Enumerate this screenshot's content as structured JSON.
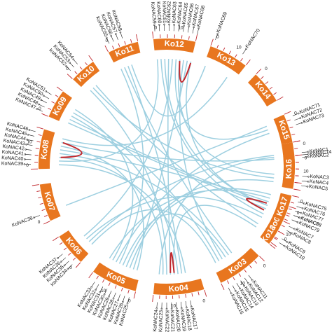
{
  "colors": {
    "chromosome": "#E8761F",
    "chromosome_text": "#FFFFFF",
    "link": "#9DCFE0",
    "tandem": "#C0282E",
    "leader_line": "#222222",
    "tick": "#C0282E"
  },
  "tick_labels": {
    "start": "0",
    "mid": "10"
  },
  "chromosomes": [
    {
      "id": "Ko01",
      "label": "Ko01",
      "start": 79,
      "end": 100
    },
    {
      "id": "Ko02",
      "label": "Ko02",
      "start": 108,
      "end": 126
    },
    {
      "id": "Ko03",
      "label": "Ko03",
      "start": 134,
      "end": 155
    },
    {
      "id": "Ko04",
      "label": "Ko04",
      "start": 163,
      "end": 186
    },
    {
      "id": "Ko05",
      "label": "Ko05",
      "start": 194,
      "end": 215
    },
    {
      "id": "Ko06",
      "label": "Ko06",
      "start": 222,
      "end": 237
    },
    {
      "id": "Ko07",
      "label": "Ko07",
      "start": 245,
      "end": 262
    },
    {
      "id": "Ko08",
      "label": "Ko08",
      "start": 269,
      "end": 287
    },
    {
      "id": "Ko09",
      "label": "Ko09",
      "start": 293,
      "end": 306
    },
    {
      "id": "Ko10",
      "label": "Ko10",
      "start": 313,
      "end": 325
    },
    {
      "id": "Ko11",
      "label": "Ko11",
      "start": 333,
      "end": 347
    },
    {
      "id": "Ko12",
      "label": "Ko12",
      "start": 354,
      "end": 373
    },
    {
      "id": "Ko13",
      "label": "Ko13",
      "start": 380,
      "end": 398
    },
    {
      "id": "Ko14",
      "label": "Ko14",
      "start": 404,
      "end": 419
    },
    {
      "id": "Ko15",
      "label": "Ko15",
      "start": 426,
      "end": 439
    },
    {
      "id": "Ko16",
      "label": "Ko16",
      "start": 445,
      "end": 457
    },
    {
      "id": "Ko17",
      "label": "Ko17",
      "start": 463,
      "end": 475
    },
    {
      "id": "Ko18",
      "label": "Ko18",
      "start": 480,
      "end": 487
    }
  ],
  "genes": [
    {
      "name": "KoNAC1",
      "angle": 84
    },
    {
      "name": "KoNAC2",
      "angle": 86
    },
    {
      "name": "KoNAC3",
      "angle": 94
    },
    {
      "name": "KoNAC4",
      "angle": 96
    },
    {
      "name": "KoNAC5",
      "angle": 98
    },
    {
      "name": "KoNAC6",
      "angle": 111
    },
    {
      "name": "KoNAC7",
      "angle": 116
    },
    {
      "name": "KoNAC8",
      "angle": 118
    },
    {
      "name": "KoNAC9",
      "angle": 122
    },
    {
      "name": "KoNAC10",
      "angle": 124
    },
    {
      "name": "KoNAC11",
      "angle": 143
    },
    {
      "name": "KoNAC12",
      "angle": 145
    },
    {
      "name": "KoNAC13",
      "angle": 147
    },
    {
      "name": "KoNAC14",
      "angle": 149
    },
    {
      "name": "KoNAC15",
      "angle": 151
    },
    {
      "name": "KoNAC16",
      "angle": 153
    },
    {
      "name": "KoNAC17",
      "angle": 170
    },
    {
      "name": "KoNAC18",
      "angle": 172
    },
    {
      "name": "KoNAC19",
      "angle": 174
    },
    {
      "name": "KoNAC20",
      "angle": 176
    },
    {
      "name": "KoNAC21",
      "angle": 178
    },
    {
      "name": "KoNAC22",
      "angle": 180
    },
    {
      "name": "KoNAC23",
      "angle": 182
    },
    {
      "name": "KoNAC24",
      "angle": 184
    },
    {
      "name": "KoNAC25",
      "angle": 196
    },
    {
      "name": "KoNAC26",
      "angle": 198
    },
    {
      "name": "KoNAC27",
      "angle": 200
    },
    {
      "name": "KoNAC28",
      "angle": 202
    },
    {
      "name": "KoNAC29",
      "angle": 204
    },
    {
      "name": "KoNAC30",
      "angle": 206
    },
    {
      "name": "KoNAC31",
      "angle": 208
    },
    {
      "name": "KoNAC32",
      "angle": 210
    },
    {
      "name": "KoNAC33",
      "angle": 212
    },
    {
      "name": "KoNAC34",
      "angle": 224
    },
    {
      "name": "KoNAC35",
      "angle": 226
    },
    {
      "name": "KoNAC36",
      "angle": 228
    },
    {
      "name": "KoNAC37",
      "angle": 230
    },
    {
      "name": "KoNAC38",
      "angle": 249
    },
    {
      "name": "KoNAC39",
      "angle": 271
    },
    {
      "name": "KoNAC40",
      "angle": 273
    },
    {
      "name": "KoNAC41",
      "angle": 275
    },
    {
      "name": "KoNAC42",
      "angle": 277
    },
    {
      "name": "KoNAC43",
      "angle": 279
    },
    {
      "name": "KoNAC44",
      "angle": 281
    },
    {
      "name": "KoNAC45",
      "angle": 283
    },
    {
      "name": "KoNAC46",
      "angle": 285
    },
    {
      "name": "KoNAC47",
      "angle": 294
    },
    {
      "name": "KoNAC48",
      "angle": 296
    },
    {
      "name": "KoNAC49",
      "angle": 298
    },
    {
      "name": "KoNAC50",
      "angle": 300
    },
    {
      "name": "KoNAC51",
      "angle": 302
    },
    {
      "name": "KoNAC52",
      "angle": 315
    },
    {
      "name": "KoNAC53",
      "angle": 317
    },
    {
      "name": "KoNAC54",
      "angle": 319
    },
    {
      "name": "KoNAC55",
      "angle": 335
    },
    {
      "name": "KoNAC56",
      "angle": 337
    },
    {
      "name": "KoNAC57",
      "angle": 339
    },
    {
      "name": "KoNAC58",
      "angle": 341
    },
    {
      "name": "KoNAC59",
      "angle": 355
    },
    {
      "name": "KoNAC60",
      "angle": 357
    },
    {
      "name": "KoNAC61",
      "angle": 359
    },
    {
      "name": "KoNAC62",
      "angle": 361
    },
    {
      "name": "KoNAC63",
      "angle": 363
    },
    {
      "name": "KoNAC64",
      "angle": 365
    },
    {
      "name": "KoNAC65",
      "angle": 367
    },
    {
      "name": "KoNAC66",
      "angle": 369
    },
    {
      "name": "KoNAC67",
      "angle": 371
    },
    {
      "name": "KoNAC68",
      "angle": 373
    },
    {
      "name": "KoNAC69",
      "angle": 381
    },
    {
      "name": "KoNAC70",
      "angle": 394
    },
    {
      "name": "KoNAC71",
      "angle": 428
    },
    {
      "name": "KoNAC72",
      "angle": 430
    },
    {
      "name": "KoNAC73",
      "angle": 432
    },
    {
      "name": "KoNAC74",
      "angle": 445
    },
    {
      "name": "KoNAC75",
      "angle": 465
    },
    {
      "name": "KoNAC76",
      "angle": 467
    },
    {
      "name": "KoNAC77",
      "angle": 469
    },
    {
      "name": "KoNAC78",
      "angle": 471
    },
    {
      "name": "KoNAC79",
      "angle": 473
    }
  ],
  "links": [
    [
      84,
      226
    ],
    [
      86,
      283
    ],
    [
      96,
      317
    ],
    [
      98,
      202
    ],
    [
      111,
      296
    ],
    [
      116,
      357
    ],
    [
      118,
      228
    ],
    [
      122,
      319
    ],
    [
      124,
      176
    ],
    [
      143,
      337
    ],
    [
      145,
      277
    ],
    [
      147,
      204
    ],
    [
      149,
      369
    ],
    [
      151,
      300
    ],
    [
      153,
      224
    ],
    [
      170,
      271
    ],
    [
      172,
      339
    ],
    [
      174,
      298
    ],
    [
      178,
      361
    ],
    [
      180,
      315
    ],
    [
      182,
      275
    ],
    [
      184,
      445
    ],
    [
      196,
      281
    ],
    [
      198,
      371
    ],
    [
      200,
      465
    ],
    [
      206,
      335
    ],
    [
      208,
      432
    ],
    [
      210,
      302
    ],
    [
      212,
      467
    ],
    [
      230,
      363
    ],
    [
      249,
      428
    ],
    [
      273,
      355
    ],
    [
      279,
      469
    ],
    [
      285,
      394
    ],
    [
      294,
      473
    ],
    [
      341,
      381
    ],
    [
      359,
      471
    ],
    [
      365,
      430
    ],
    [
      367,
      94
    ],
    [
      373,
      471
    ]
  ],
  "tandems": [
    {
      "from": 367,
      "to": 373
    },
    {
      "from": 470,
      "to": 474
    },
    {
      "from": 275,
      "to": 283
    },
    {
      "from": 176,
      "to": 178
    }
  ]
}
